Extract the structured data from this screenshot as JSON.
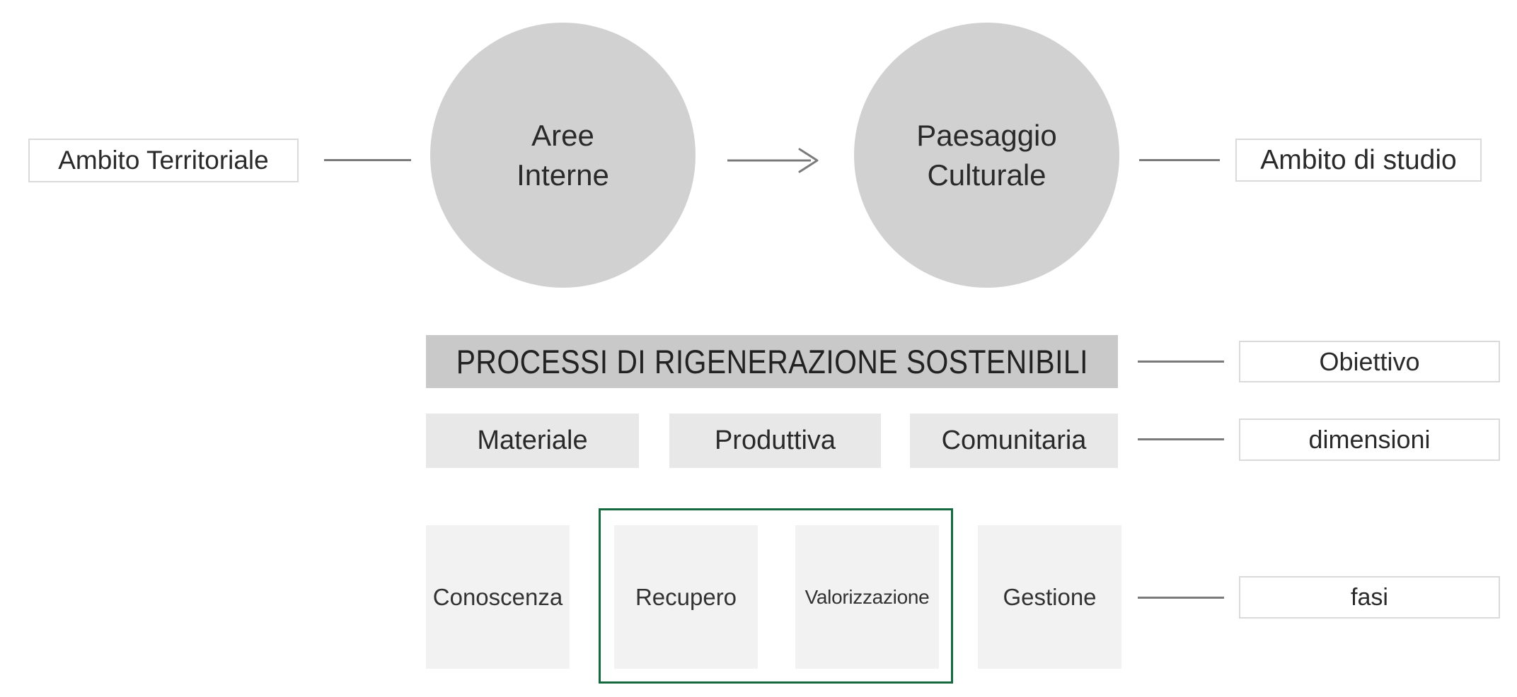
{
  "colors": {
    "background": "#ffffff",
    "circle_fill": "#d2d1d1",
    "banner_fill": "#c9c9c9",
    "dimension_fill": "#e9e8e8",
    "phase_fill": "#f3f2f2",
    "highlight_green": "#16683f",
    "connector": "#7b7b7b",
    "text": "#2b2a2a",
    "box_border": "#dadada"
  },
  "flow": {
    "territorial_label": "Ambito Territoriale",
    "circle1_line1": "Aree",
    "circle1_line2": "Interne",
    "circle2_line1": "Paesaggio",
    "circle2_line2": "Culturale",
    "study_label": "Ambito di studio"
  },
  "process": {
    "banner": "PROCESSI DI RIGENERAZIONE SOSTENIBILI",
    "annotation": "Obiettivo"
  },
  "dimensions": {
    "items": [
      "Materiale",
      "Produttiva",
      "Comunitaria"
    ],
    "annotation": "dimensioni"
  },
  "phases": {
    "items": [
      "Conoscenza",
      "Recupero",
      "Valorizzazione",
      "Gestione"
    ],
    "annotation": "fasi",
    "highlighted": [
      "Recupero",
      "Valorizzazione"
    ]
  }
}
